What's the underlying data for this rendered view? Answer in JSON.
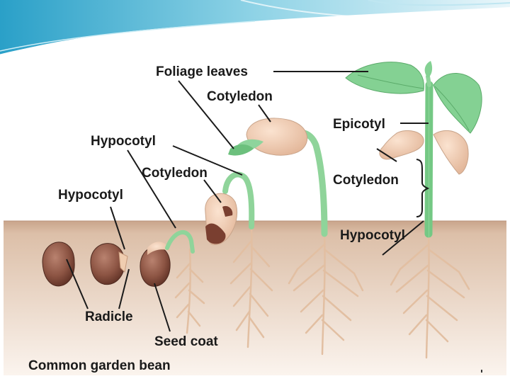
{
  "labels": {
    "foliage_leaves": "Foliage leaves",
    "cotyledon_top": "Cotyledon",
    "epicotyl": "Epicotyl",
    "hypocotyl_upper": "Hypocotyl",
    "cotyledon_mid": "Cotyledon",
    "hypocotyl_left": "Hypocotyl",
    "cotyledon_right": "Cotyledon",
    "hypocotyl_right": "Hypocotyl",
    "radicle": "Radicle",
    "seed_coat": "Seed coat"
  },
  "caption": "Common garden bean",
  "colors": {
    "soil": "#d9b9a0",
    "root": "#e8c8ac",
    "seed": "#8c4f3c",
    "cotyledon": "#f0cdb0",
    "leaf": "#7fcf8f",
    "stem": "#8fd49a",
    "header_wave": "#7ec8dc"
  }
}
